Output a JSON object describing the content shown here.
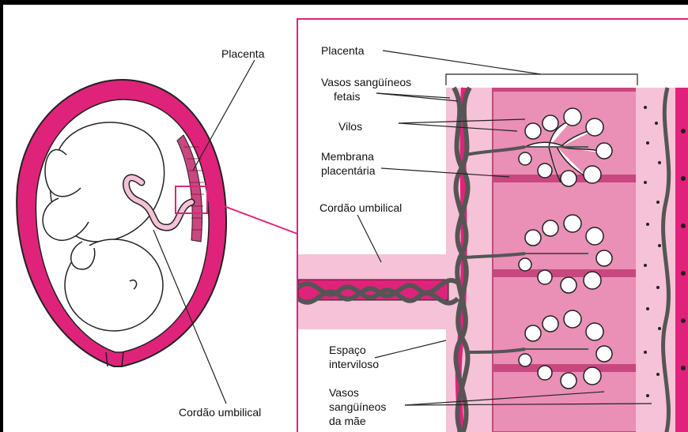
{
  "colors": {
    "magenta": "#e0237a",
    "pink_light": "#f6c2d7",
    "pink_mid": "#ea8fb6",
    "tissue": "#c9477f",
    "vessel_gray": "#555555",
    "line": "#222222"
  },
  "labels": {
    "left_placenta": "Placenta",
    "left_cord": "Cordão umbilical",
    "placenta": "Placenta",
    "fetal_vessels_1": "Vasos sangüíneos",
    "fetal_vessels_2": "fetais",
    "villi": "Vilos",
    "membrane_1": "Membrana",
    "membrane_2": "placentária",
    "cord": "Cordão umbilical",
    "intervillous_1": "Espaço",
    "intervillous_2": "interviloso",
    "maternal_1": "Vasos",
    "maternal_2": "sangüíneos",
    "maternal_3": "da mãe"
  }
}
